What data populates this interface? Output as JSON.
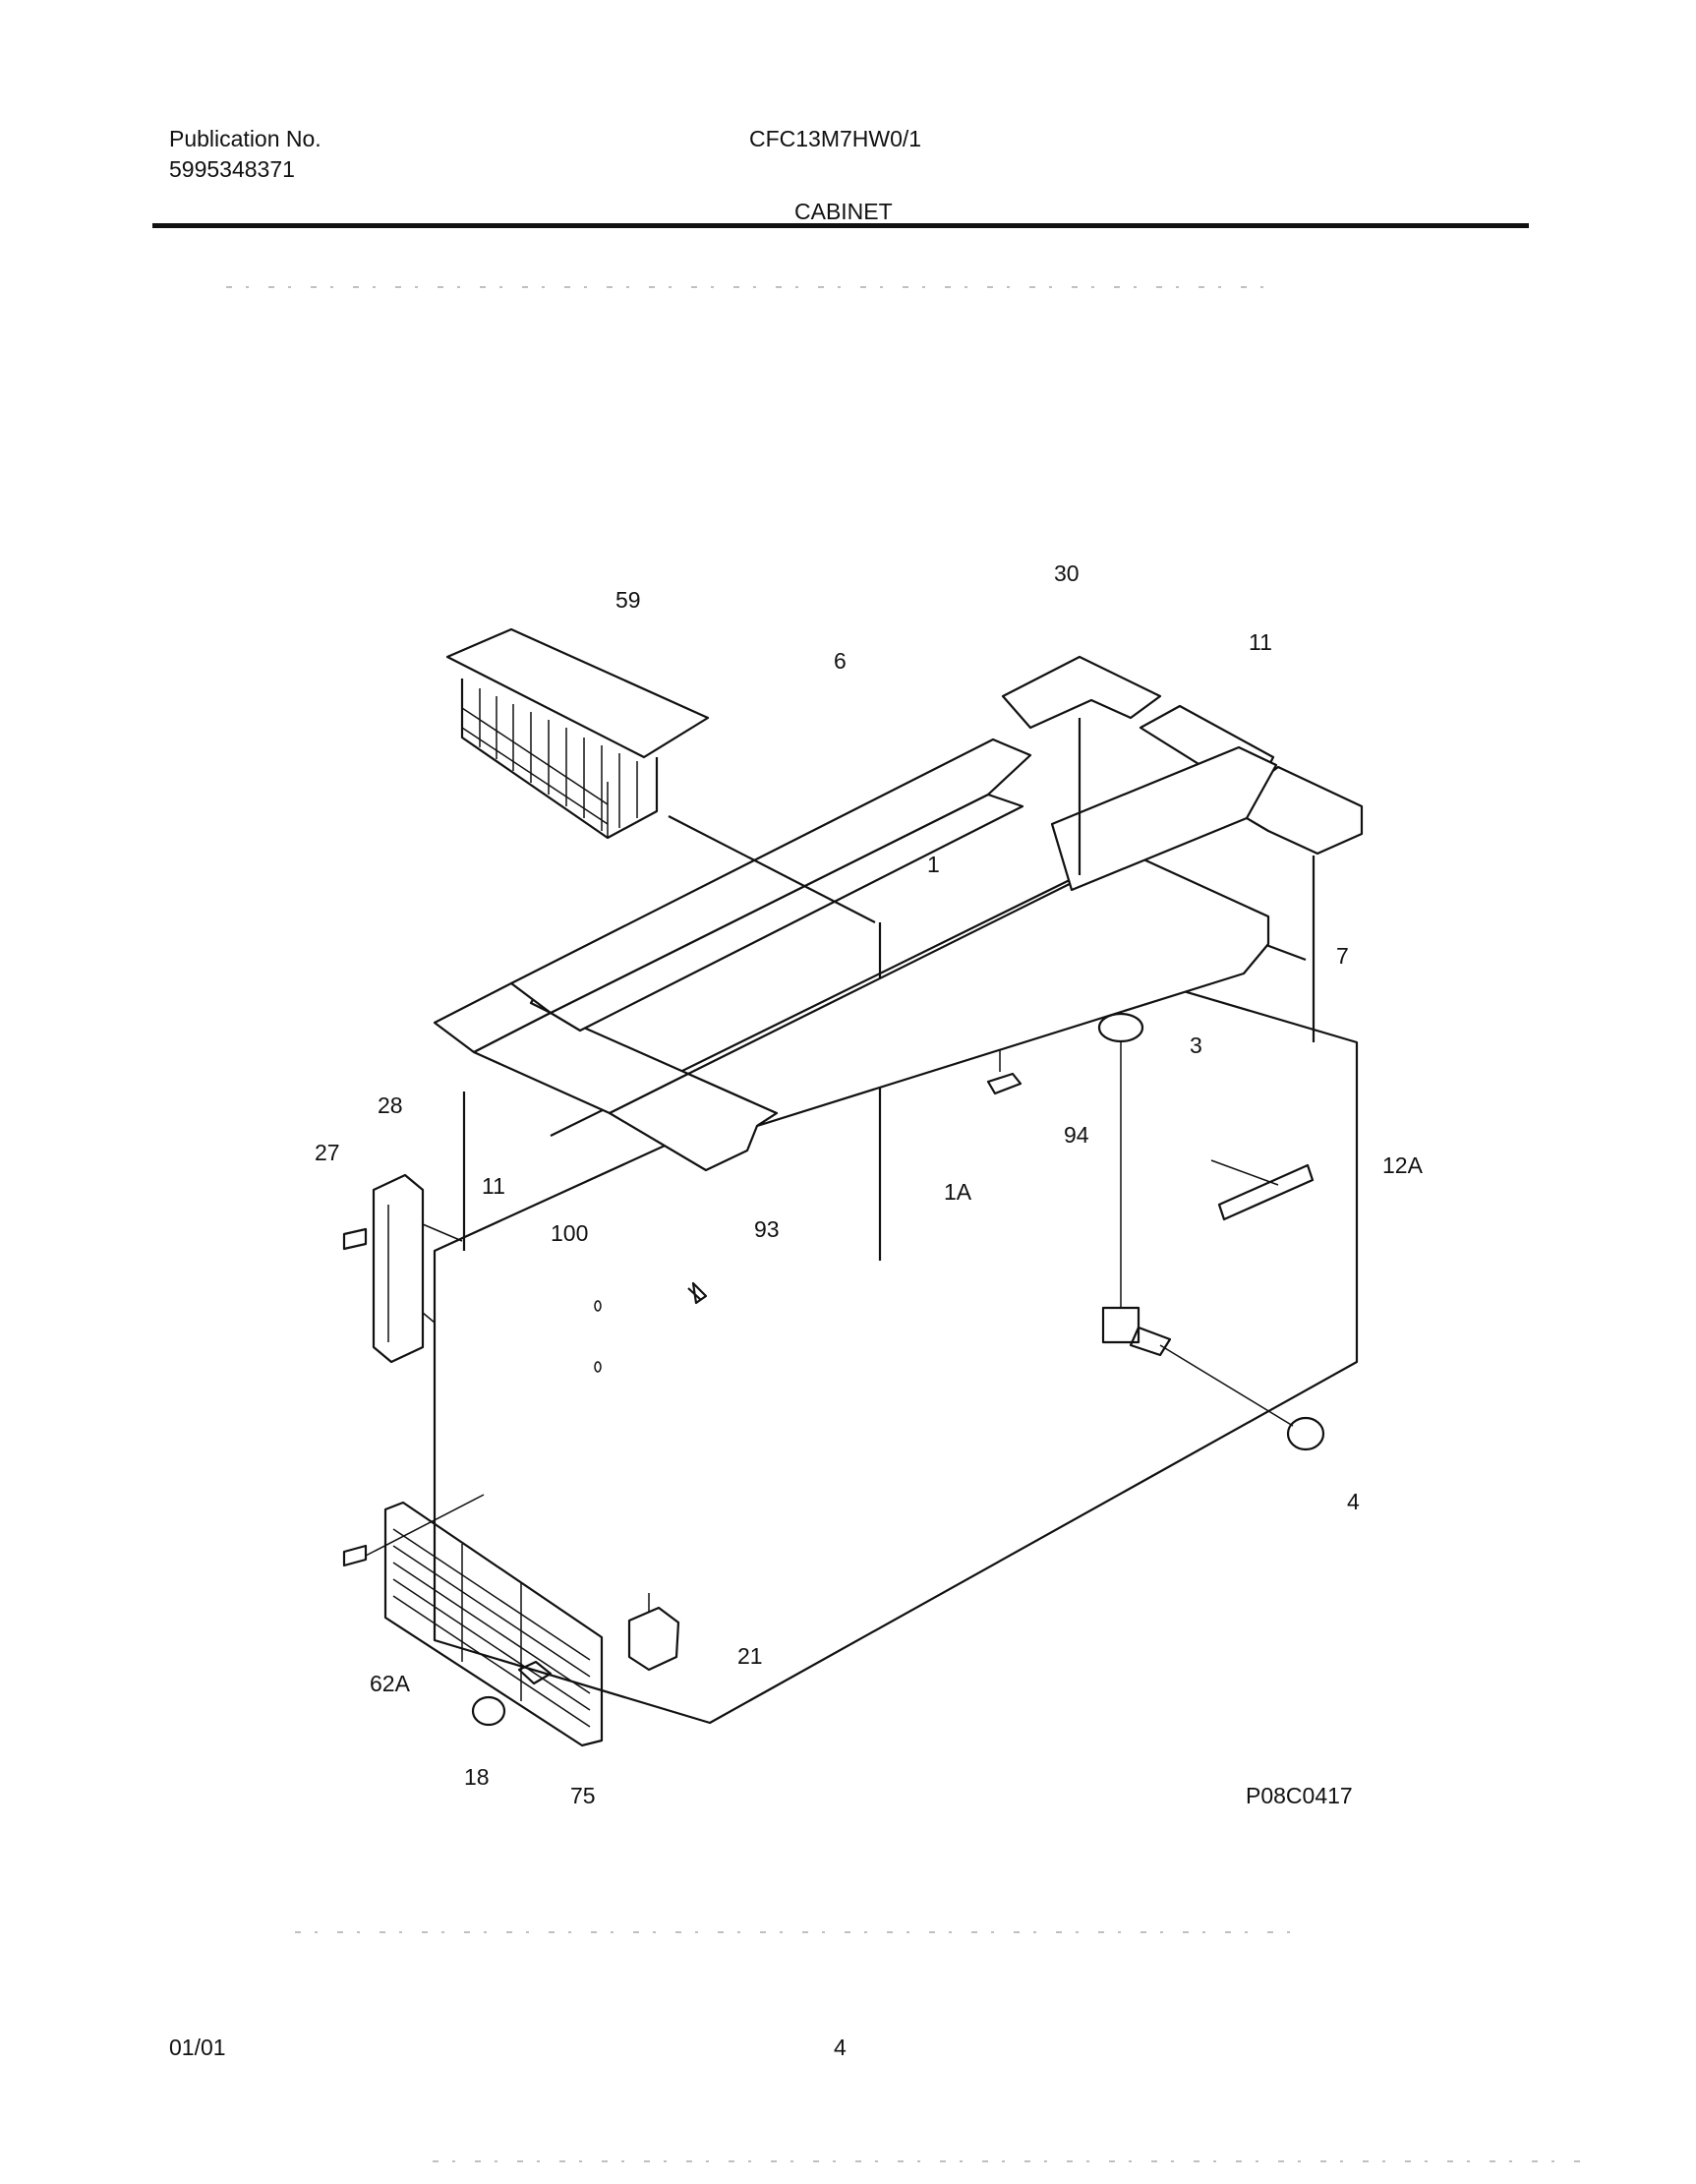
{
  "header": {
    "publication_label": "Publication No.",
    "publication_number": "5995348371",
    "model": "CFC13M7HW0/1",
    "section": "CABINET"
  },
  "diagram": {
    "part_callouts": [
      "59",
      "30",
      "6",
      "11",
      "1",
      "7",
      "3",
      "28",
      "27",
      "11",
      "100",
      "93",
      "94",
      "1A",
      "12A",
      "4",
      "21",
      "62A",
      "18",
      "75"
    ],
    "figure_code": "P08C0417"
  },
  "footer": {
    "date": "01/01",
    "page_number": "4"
  }
}
